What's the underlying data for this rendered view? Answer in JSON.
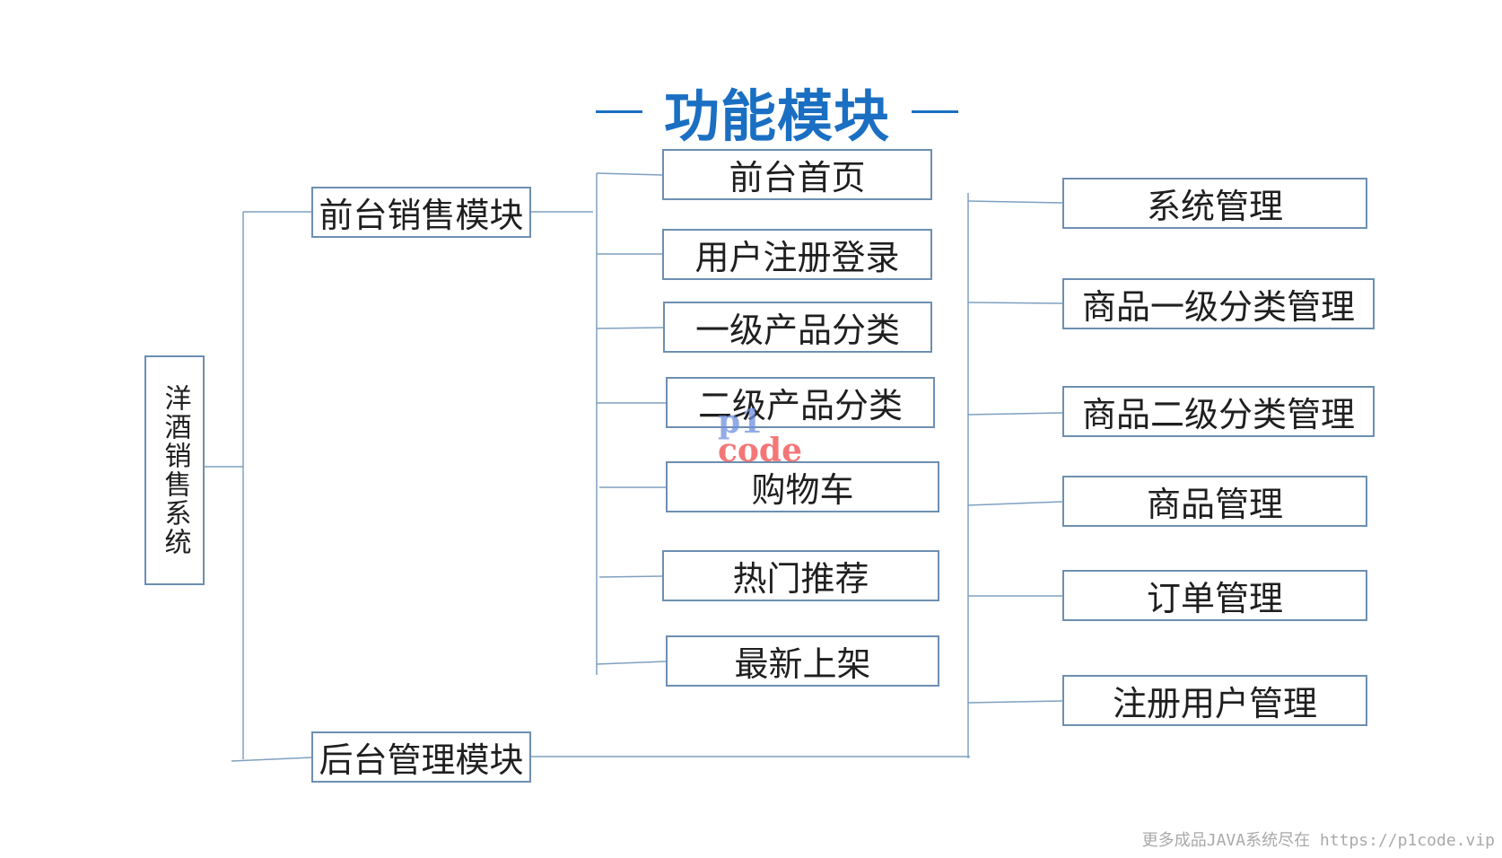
{
  "title": "功能模块",
  "root": {
    "label": "洋酒销售系统"
  },
  "front_module": {
    "label": "前台销售模块"
  },
  "back_module": {
    "label": "后台管理模块"
  },
  "front_items": [
    "前台首页",
    "用户注册登录",
    "一级产品分类",
    "二级产品分类",
    "购物车",
    "热门推荐",
    "最新上架"
  ],
  "back_items": [
    "系统管理",
    "商品一级分类管理",
    "商品二级分类管理",
    "商品管理",
    "订单管理",
    "注册用户管理"
  ],
  "watermark": {
    "line1": "p1",
    "line2": "code"
  },
  "footer": "更多成品JAVA系统尽在 https://p1code.vip",
  "colors": {
    "box_border": "#6d8fb1",
    "line": "#7fa0c0",
    "title": "#1a6fc2"
  }
}
